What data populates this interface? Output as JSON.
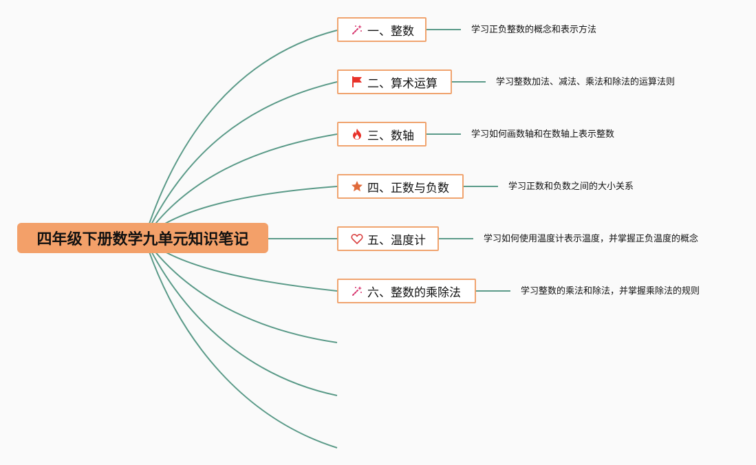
{
  "root": {
    "title": "四年级下册数学九单元知识笔记"
  },
  "topics": [
    {
      "label": "一、整数",
      "icon": "magic-wand-icon",
      "desc": "学习正负整数的概念和表示方法"
    },
    {
      "label": "二、算术运算",
      "icon": "red-flag-icon",
      "desc": "学习整数加法、减法、乘法和除法的运算法则"
    },
    {
      "label": "三、数轴",
      "icon": "fire-icon",
      "desc": "学习如何画数轴和在数轴上表示整数"
    },
    {
      "label": "四、正数与负数",
      "icon": "star-icon",
      "desc": "学习正数和负数之间的大小关系"
    },
    {
      "label": "五、温度计",
      "icon": "heart-outline-icon",
      "desc": "学习如何使用温度计表示温度，并掌握正负温度的概念"
    },
    {
      "label": "六、整数的乘除法",
      "icon": "magic-wand-icon",
      "desc": "学习整数的乘法和除法，并掌握乘除法的规则"
    }
  ],
  "colors": {
    "branch_line": "#5a9a88",
    "root_fill": "#f3a069",
    "node_border": "#f0a36e",
    "flag": "#e8322a",
    "fire": "#e8322a",
    "star": "#e06a3a",
    "heart": "#d94040",
    "wand": "#d6336c"
  }
}
